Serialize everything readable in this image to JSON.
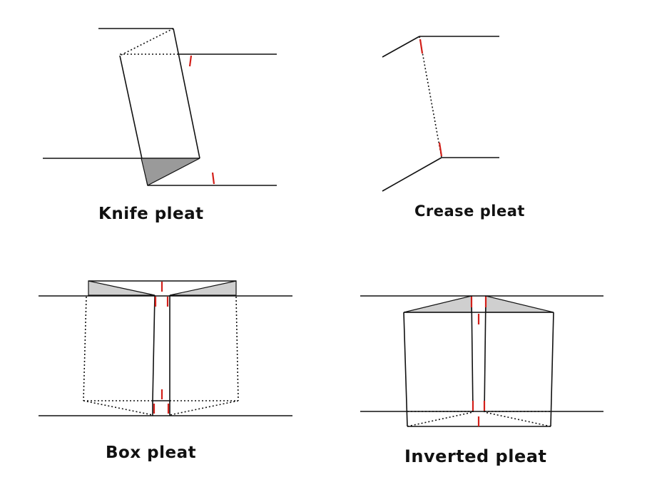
{
  "labels": {
    "knife": "Knife pleat",
    "crease": "Crease pleat",
    "box": "Box pleat",
    "inverted": "Inverted pleat"
  },
  "colors": {
    "line": "#111111",
    "crease_mark": "#d3201a",
    "shade_dark": "#9a9a9a",
    "shade_light": "#cfcfcf"
  }
}
